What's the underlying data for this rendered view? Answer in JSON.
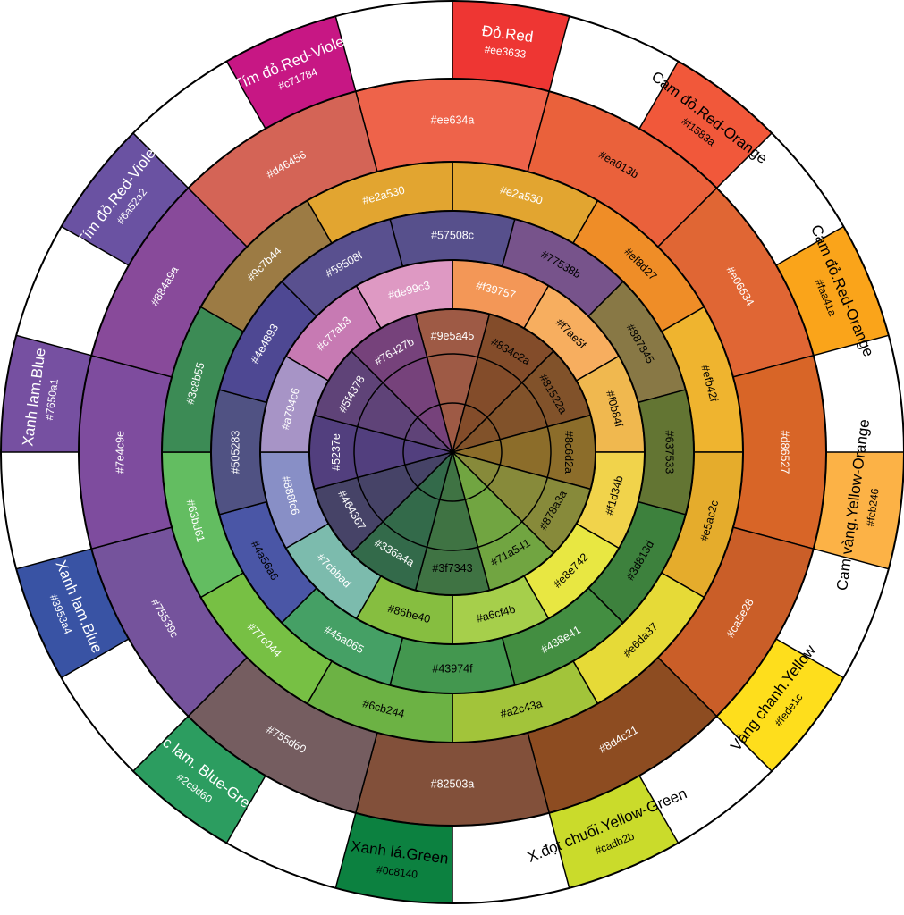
{
  "outer_ring": [
    {
      "name": "Đỏ.Red",
      "hex": "#ee3633",
      "color": "#ee3633",
      "text_color": "#ffffff"
    },
    {
      "name": "Cam đỏ.Red-Orange",
      "hex": "#f1583a",
      "color": "#f1583a",
      "text_color": "#000000"
    },
    {
      "name": "Cam đỏ.Red-Orange",
      "hex": "#faa41a",
      "color": "#faa41a",
      "text_color": "#000000"
    },
    {
      "name": "Cam vàng.Yellow-Orange",
      "hex": "#fcb246",
      "color": "#fcb246",
      "text_color": "#000000"
    },
    {
      "name": "Vàng chanh.Yellow",
      "hex": "#fede1c",
      "color": "#fede1c",
      "text_color": "#000000"
    },
    {
      "name": "X.đọt chuối.Yellow-Green",
      "hex": "#cadb2b",
      "color": "#cadb2b",
      "text_color": "#000000"
    },
    {
      "name": "Xanh lá.Green",
      "hex": "#0c8140",
      "color": "#0c8140",
      "text_color": "#000000"
    },
    {
      "name": "Lục lam. Blue-Green",
      "hex": "#2c9d60",
      "color": "#2c9d60",
      "text_color": "#ffffff"
    },
    {
      "name": "Xanh lam.Blue",
      "hex": "#3953a4",
      "color": "#3953a4",
      "text_color": "#ffffff"
    },
    {
      "name": "Xanh lam.Blue",
      "hex": "#7650a1",
      "color": "#7650a1",
      "text_color": "#ffffff"
    },
    {
      "name": "Tím đỏ.Red-Violet",
      "hex": "#6a52a2",
      "color": "#6a52a2",
      "text_color": "#ffffff"
    },
    {
      "name": "Tím đỏ.Red-Violet",
      "hex": "#c71784",
      "color": "#c71784",
      "text_color": "#ffffff"
    }
  ],
  "band_1": [
    {
      "hex": "#ee634a",
      "color": "#ee634a",
      "text_color": "#ffffff"
    },
    {
      "hex": "#ea613b",
      "color": "#ea613b",
      "text_color": "#000000"
    },
    {
      "hex": "#e06634",
      "color": "#e06634",
      "text_color": "#ffffff"
    },
    {
      "hex": "#d86527",
      "color": "#d86527",
      "text_color": "#ffffff"
    },
    {
      "hex": "#ca5e28",
      "color": "#ca5e28",
      "text_color": "#ffffff"
    },
    {
      "hex": "#8d4c21",
      "color": "#8d4c21",
      "text_color": "#ffffff"
    },
    {
      "hex": "#82503a",
      "color": "#82503a",
      "text_color": "#ffffff"
    },
    {
      "hex": "#755d60",
      "color": "#755d60",
      "text_color": "#ffffff"
    },
    {
      "hex": "#75539c",
      "color": "#75539c",
      "text_color": "#ffffff"
    },
    {
      "hex": "#7e4c9e",
      "color": "#7e4c9e",
      "text_color": "#ffffff"
    },
    {
      "hex": "#884a9a",
      "color": "#884a9a",
      "text_color": "#ffffff"
    },
    {
      "hex": "#d46456",
      "color": "#d46456",
      "text_color": "#ffffff"
    }
  ],
  "band_2": [
    {
      "hex": "#e2a530",
      "color": "#e2a530",
      "text_color": "#ffffff"
    },
    {
      "hex": "#ef8d27",
      "color": "#ef8d27",
      "text_color": "#000000"
    },
    {
      "hex": "#efb42f",
      "color": "#efb42f",
      "text_color": "#000000"
    },
    {
      "hex": "#e5ac2c",
      "color": "#e5ac2c",
      "text_color": "#000000"
    },
    {
      "hex": "#e6da37",
      "color": "#e6da37",
      "text_color": "#000000"
    },
    {
      "hex": "#a2c43a",
      "color": "#a2c43a",
      "text_color": "#000000"
    },
    {
      "hex": "#6cb244",
      "color": "#6cb244",
      "text_color": "#000000"
    },
    {
      "hex": "#77c044",
      "color": "#77c044",
      "text_color": "#ffffff"
    },
    {
      "hex": "#63bd61",
      "color": "#63bd61",
      "text_color": "#ffffff"
    },
    {
      "hex": "#3c8b55",
      "color": "#3c8b55",
      "text_color": "#ffffff"
    },
    {
      "hex": "#9c7b44",
      "color": "#9c7b44",
      "text_color": "#ffffff"
    },
    {
      "hex": "#e2a530",
      "color": "#e2a530",
      "text_color": "#ffffff"
    }
  ],
  "band_3": [
    {
      "hex": "#57508c",
      "color": "#57508c",
      "text_color": "#ffffff"
    },
    {
      "hex": "#77538b",
      "color": "#77538b",
      "text_color": "#000000"
    },
    {
      "hex": "#887845",
      "color": "#887845",
      "text_color": "#000000"
    },
    {
      "hex": "#637533",
      "color": "#637533",
      "text_color": "#000000"
    },
    {
      "hex": "#3d813d",
      "color": "#3d813d",
      "text_color": "#000000"
    },
    {
      "hex": "#438e41",
      "color": "#438e41",
      "text_color": "#ffffff"
    },
    {
      "hex": "#43974f",
      "color": "#43974f",
      "text_color": "#000000"
    },
    {
      "hex": "#45a065",
      "color": "#45a065",
      "text_color": "#ffffff"
    },
    {
      "hex": "#4a56a6",
      "color": "#4a56a6",
      "text_color": "#000000"
    },
    {
      "hex": "#505283",
      "color": "#505283",
      "text_color": "#ffffff"
    },
    {
      "hex": "#4e4893",
      "color": "#4e4893",
      "text_color": "#ffffff"
    },
    {
      "hex": "#59508f",
      "color": "#59508f",
      "text_color": "#ffffff"
    }
  ],
  "band_4": [
    {
      "hex": "#f39757",
      "color": "#f39757",
      "text_color": "#ffffff"
    },
    {
      "hex": "#f7ae5f",
      "color": "#f7ae5f",
      "text_color": "#000000"
    },
    {
      "hex": "#f0b84f",
      "color": "#f0b84f",
      "text_color": "#000000"
    },
    {
      "hex": "#f1d34b",
      "color": "#f1d34b",
      "text_color": "#000000"
    },
    {
      "hex": "#e8e742",
      "color": "#e8e742",
      "text_color": "#000000"
    },
    {
      "hex": "#a6cf4b",
      "color": "#a6cf4b",
      "text_color": "#000000"
    },
    {
      "hex": "#86be40",
      "color": "#86be40",
      "text_color": "#000000"
    },
    {
      "hex": "#7cbbad",
      "color": "#7cbbad",
      "text_color": "#ffffff"
    },
    {
      "hex": "#888fc6",
      "color": "#888fc6",
      "text_color": "#ffffff"
    },
    {
      "hex": "#a794c6",
      "color": "#a794c6",
      "text_color": "#ffffff"
    },
    {
      "hex": "#c77ab3",
      "color": "#c77ab3",
      "text_color": "#ffffff"
    },
    {
      "hex": "#de99c3",
      "color": "#de99c3",
      "text_color": "#ffffff"
    }
  ],
  "inner_wedges": [
    {
      "hex": "#9e5a45",
      "color": "#9e5a45",
      "text_color": "#ffffff"
    },
    {
      "hex": "#834c2a",
      "color": "#834c2a",
      "text_color": "#000000"
    },
    {
      "hex": "#81522a",
      "color": "#81522a",
      "text_color": "#000000"
    },
    {
      "hex": "#8c6d2a",
      "color": "#8c6d2a",
      "text_color": "#000000"
    },
    {
      "hex": "#878a3a",
      "color": "#878a3a",
      "text_color": "#000000"
    },
    {
      "hex": "#71a541",
      "color": "#71a541",
      "text_color": "#000000"
    },
    {
      "hex": "#3f7343",
      "color": "#3f7343",
      "text_color": "#000000"
    },
    {
      "hex": "#336a4a",
      "color": "#336a4a",
      "text_color": "#ffffff"
    },
    {
      "hex": "#464367",
      "color": "#464367",
      "text_color": "#ffffff"
    },
    {
      "hex": "#5237e",
      "color": "#523f7e",
      "text_color": "#ffffff"
    },
    {
      "hex": "#5f4378",
      "color": "#5f4378",
      "text_color": "#ffffff"
    },
    {
      "hex": "#76427b",
      "color": "#76427b",
      "text_color": "#ffffff"
    }
  ]
}
